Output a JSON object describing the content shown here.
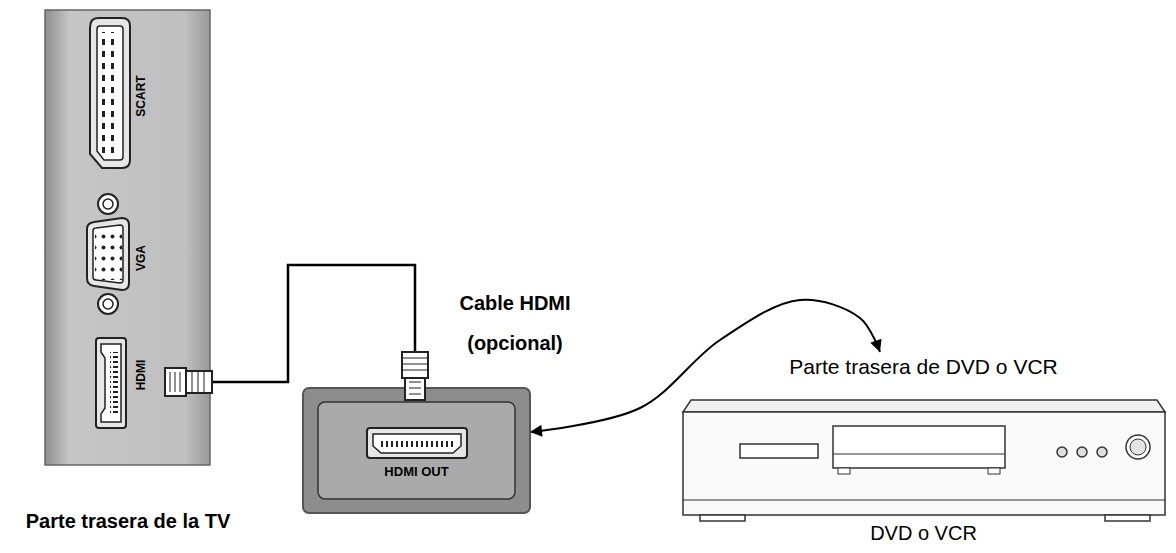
{
  "diagram": {
    "nodes": [
      {
        "text": [
          "Parte trasera de la TV"
        ]
      },
      {
        "text": [
          "HDMI OUT"
        ]
      },
      {
        "text": [
          "Parte trasera de DVD o VCR",
          "DVD o VCR"
        ]
      }
    ],
    "edges": [
      {
        "from": 0,
        "to": 1,
        "arrow": "none",
        "label": "Cable HDMI (opcional)"
      },
      {
        "from": 1,
        "to": 2,
        "arrow": "both"
      }
    ],
    "labels": [
      "SCART",
      "VGA",
      "HDMI"
    ]
  }
}
